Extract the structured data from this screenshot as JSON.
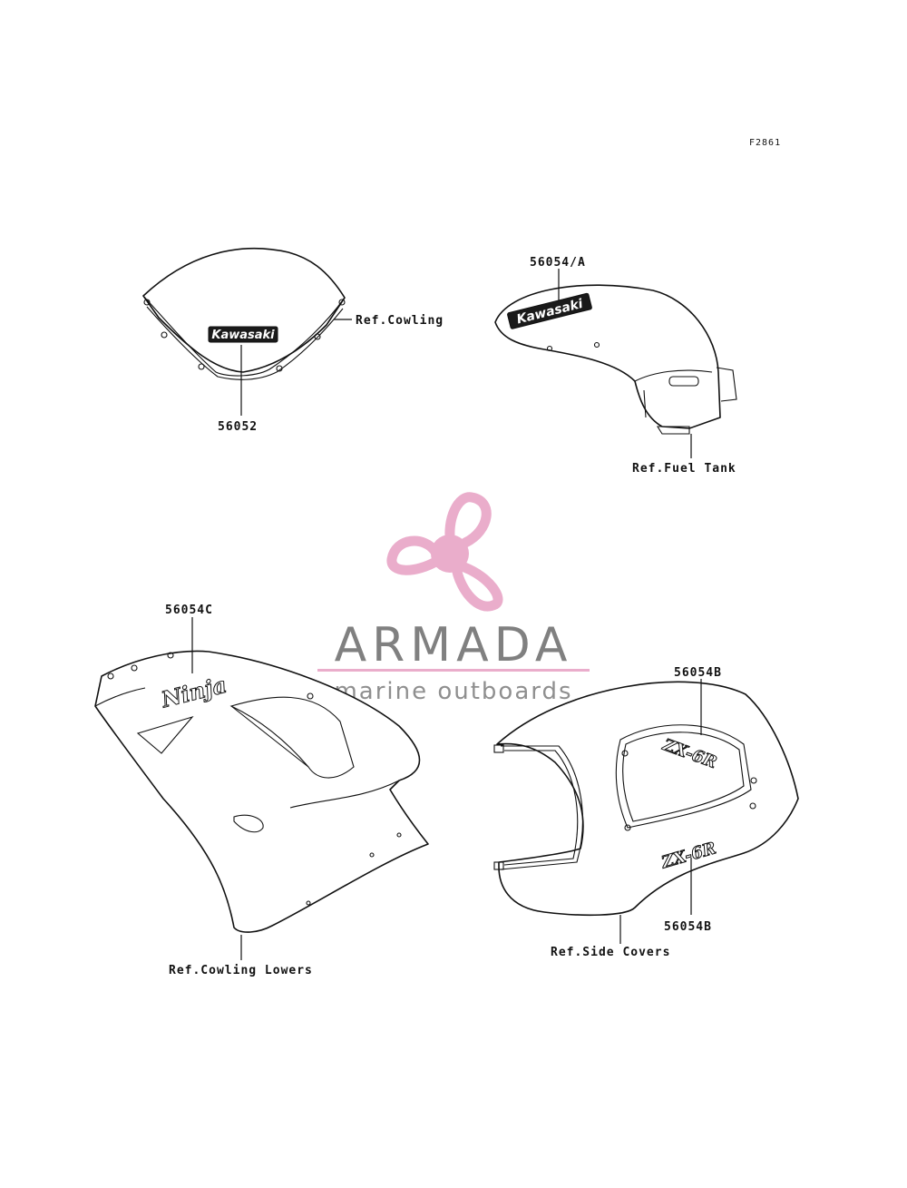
{
  "figure_code": "F2861",
  "labels": {
    "windshield_part": "56052",
    "windshield_ref": "Ref.Cowling",
    "tank_part": "56054/A",
    "tank_ref": "Ref.Fuel Tank",
    "cowling_part": "56054C",
    "cowling_ref": "Ref.Cowling Lowers",
    "tail_part_top": "56054B",
    "tail_part_bottom": "56054B",
    "tail_ref": "Ref.Side Covers"
  },
  "emblems": {
    "windshield_logo": "Kawasaki",
    "tank_logo": "Kawasaki",
    "cowling_logo": "Ninja",
    "tail_logo_top": "ZX-6R",
    "tail_logo_bottom": "ZX-6R"
  },
  "watermark": {
    "title": "ARMADA",
    "subtitle": "marine outboards",
    "accent_color": "#e9a9c9",
    "text_color": "#7a7a7a"
  }
}
